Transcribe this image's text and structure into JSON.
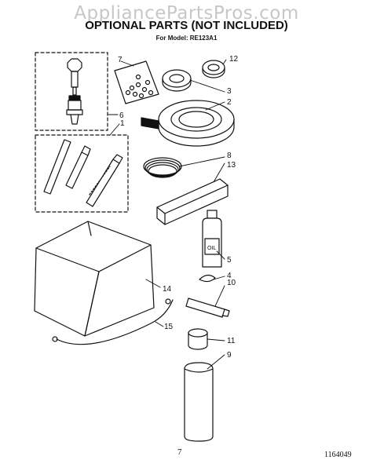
{
  "watermark": "AppliancePartsPros.com",
  "title": "OPTIONAL PARTS (NOT INCLUDED)",
  "subtitle": "For Model: RE123A1",
  "page_number": "7",
  "document_number": "1164049",
  "callouts": [
    "1",
    "2",
    "3",
    "4",
    "5",
    "6",
    "7",
    "8",
    "9",
    "10",
    "11",
    "12",
    "13",
    "14",
    "15"
  ]
}
